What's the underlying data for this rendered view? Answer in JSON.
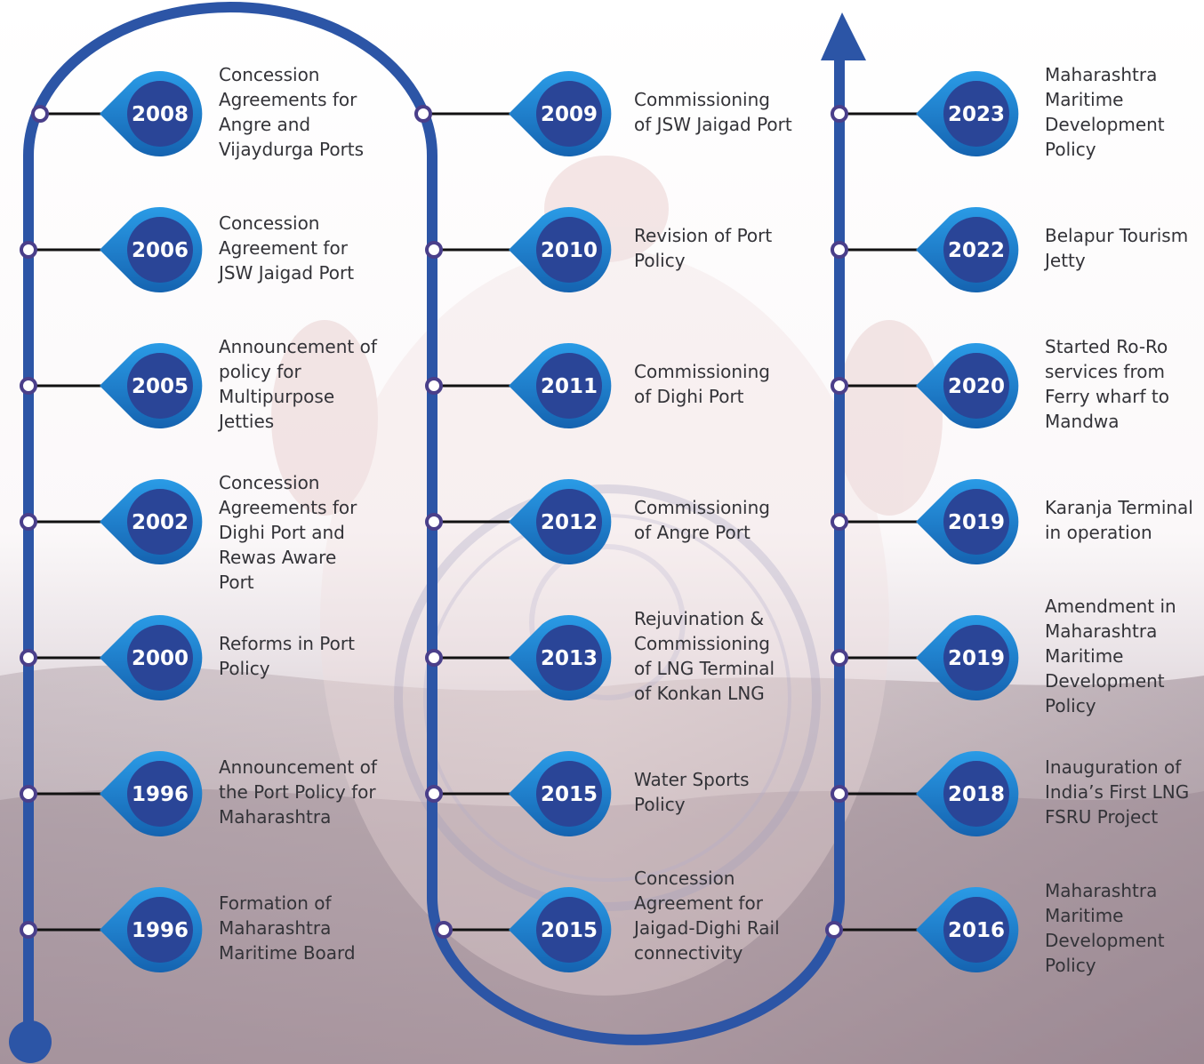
{
  "colors": {
    "path": "#2c55a6",
    "badge_dark": "#2a4597",
    "badge_ring": "#1f7fcf",
    "connector": "#111111",
    "node_ring": "#4a3f8a",
    "text": "#333338",
    "sky_top": "#ffffff",
    "land": "#8e7a86",
    "watermark": "#e8d2d2"
  },
  "milestones": [
    {
      "year": "2008",
      "event": "Concession Agreements for Angre and Vijaydurga Ports"
    },
    {
      "year": "2006",
      "event": "Concession Agreement for JSW Jaigad Port"
    },
    {
      "year": "2005",
      "event": "Announcement of policy for Multipurpose Jetties"
    },
    {
      "year": "2002",
      "event": "Concession Agreements for Dighi Port and Rewas Aware Port"
    },
    {
      "year": "2000",
      "event": "Reforms in Port Policy"
    },
    {
      "year": "1996",
      "event": "Announcement of the Port Policy for Maharashtra"
    },
    {
      "year": "1996",
      "event": "Formation of Maharashtra Maritime Board"
    },
    {
      "year": "2009",
      "event": "Commissioning of JSW Jaigad Port"
    },
    {
      "year": "2010",
      "event": "Revision of Port Policy"
    },
    {
      "year": "2011",
      "event": "Commissioning of Dighi Port"
    },
    {
      "year": "2012",
      "event": "Commissioning of Angre Port"
    },
    {
      "year": "2013",
      "event": "Rejuvination & Commissioning of LNG Terminal of Konkan LNG"
    },
    {
      "year": "2015",
      "event": "Water Sports Policy"
    },
    {
      "year": "2015",
      "event": "Concession Agreement for Jaigad-Dighi Rail connectivity"
    },
    {
      "year": "2023",
      "event": "Maharashtra Maritime Development Policy"
    },
    {
      "year": "2022",
      "event": "Belapur Tourism Jetty"
    },
    {
      "year": "2020",
      "event": "Started Ro-Ro services from Ferry wharf to Mandwa"
    },
    {
      "year": "2019",
      "event": "Karanja Terminal in operation"
    },
    {
      "year": "2019",
      "event": "Amendment in Maharashtra Maritime Development Policy"
    },
    {
      "year": "2018",
      "event": "Inauguration of India’s First LNG FSRU Project"
    },
    {
      "year": "2016",
      "event": "Maharashtra Maritime Development Policy"
    }
  ]
}
